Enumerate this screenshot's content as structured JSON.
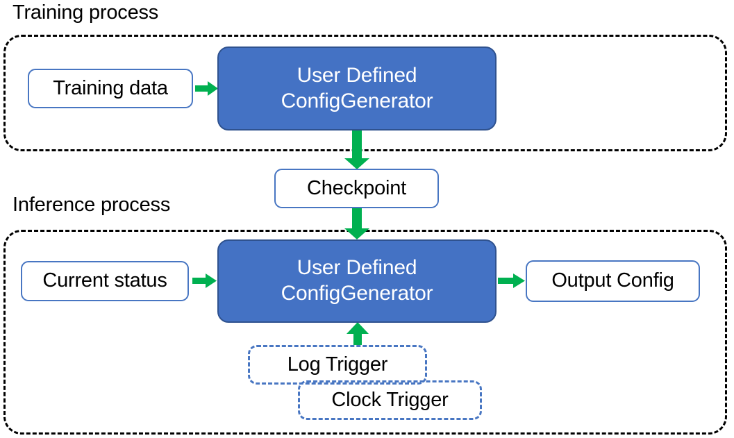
{
  "diagram": {
    "title_training": "Training process",
    "title_inference": "Inference process",
    "colors": {
      "process_box_fill": "#4472C4",
      "process_box_stroke": "#2F528F",
      "node_box_stroke": "#4876C2",
      "trigger_box_stroke": "#4876C2",
      "container_stroke": "#000000",
      "arrow": "#00B050",
      "background": "#FFFFFF",
      "text_dark": "#000000",
      "text_light": "#FFFFFF"
    }
  },
  "training": {
    "label": "Training process",
    "input_node": "Training data",
    "process_line1": "User Defined",
    "process_line2": "ConfigGenerator"
  },
  "checkpoint": {
    "label": "Checkpoint"
  },
  "inference": {
    "label": "Inference process",
    "input_node": "Current status",
    "process_line1": "User Defined",
    "process_line2": "ConfigGenerator",
    "output_node": "Output Config",
    "triggers": [
      {
        "label": "Log Trigger"
      },
      {
        "label": "Clock Trigger"
      }
    ]
  },
  "arrows": [
    {
      "name": "training-data-to-generator",
      "direction": "right"
    },
    {
      "name": "training-generator-to-checkpoint",
      "direction": "down"
    },
    {
      "name": "checkpoint-to-inference-generator",
      "direction": "down"
    },
    {
      "name": "current-status-to-generator",
      "direction": "right"
    },
    {
      "name": "generator-to-output-config",
      "direction": "right"
    },
    {
      "name": "log-trigger-to-generator",
      "direction": "up"
    }
  ]
}
